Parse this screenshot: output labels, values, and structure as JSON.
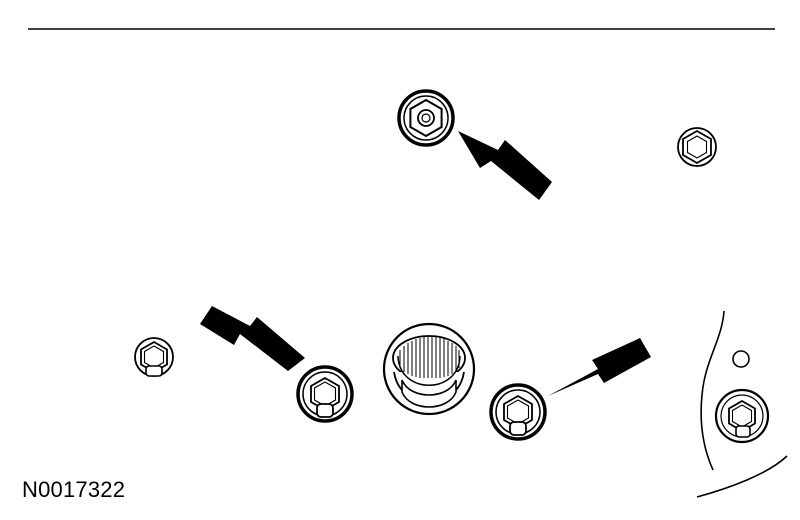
{
  "figure": {
    "reference_code": "N0017322",
    "line_color": "#000000",
    "background": "#ffffff",
    "arrow_count": 3,
    "components": [
      "top-flange-nut",
      "upper-right-hex-bolt",
      "left-hex-bolt",
      "lower-left-flange-nut",
      "center-cap",
      "lower-right-flange-nut",
      "right-panel-bolt",
      "right-panel-hole"
    ]
  }
}
